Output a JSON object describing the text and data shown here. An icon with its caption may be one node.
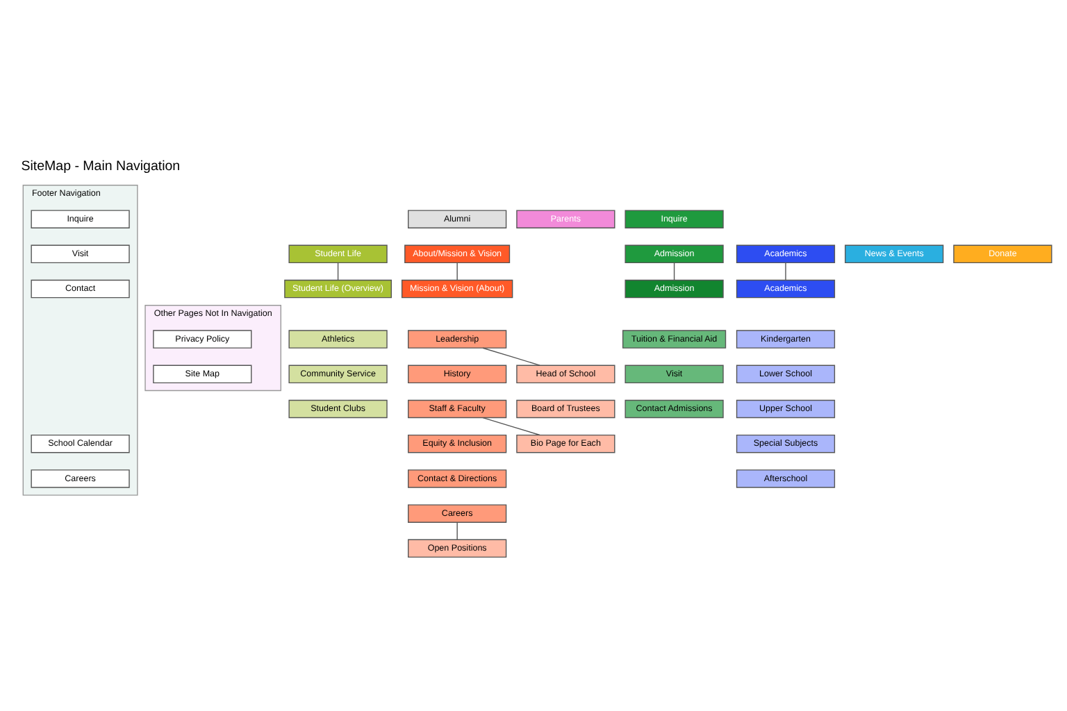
{
  "diagram": {
    "title": "SiteMap - Main Navigation",
    "nodes": [
      {
        "text": [
          "Alumni"
        ]
      },
      {
        "text": [
          "Parents"
        ]
      },
      {
        "text": [
          "Inquire"
        ]
      },
      {
        "text": [
          "About/Mission & Vision"
        ]
      },
      {
        "text": [
          "Admission"
        ]
      },
      {
        "text": [
          "Academics"
        ]
      },
      {
        "text": [
          "Student Life"
        ]
      },
      {
        "text": [
          "News & Events"
        ]
      },
      {
        "text": [
          "Donate"
        ]
      },
      {
        "text": [
          "Mission & Vision (About)"
        ]
      },
      {
        "text": [
          "Leadership"
        ]
      },
      {
        "text": [
          "History"
        ]
      },
      {
        "text": [
          "Staff & Faculty"
        ]
      },
      {
        "text": [
          "Equity & Inclusion"
        ]
      },
      {
        "text": [
          "Contact & Directions"
        ]
      },
      {
        "text": [
          "Careers"
        ]
      },
      {
        "text": [
          "Open Positions"
        ]
      },
      {
        "text": [
          "Head of School"
        ]
      },
      {
        "text": [
          "Board of Trustees"
        ]
      },
      {
        "text": [
          "Bio Page for Each"
        ]
      },
      {
        "text": [
          "Admission"
        ]
      },
      {
        "text": [
          "Tuition & Financial Aid"
        ]
      },
      {
        "text": [
          "Visit"
        ]
      },
      {
        "text": [
          "Contact Admissions"
        ]
      },
      {
        "text": [
          "Academics"
        ]
      },
      {
        "text": [
          "Kindergarten"
        ]
      },
      {
        "text": [
          "Lower School"
        ]
      },
      {
        "text": [
          "Upper School"
        ]
      },
      {
        "text": [
          "Special Subjects"
        ]
      },
      {
        "text": [
          "Afterschool"
        ]
      },
      {
        "text": [
          "Student Life (Overview)"
        ]
      },
      {
        "text": [
          "Athletics"
        ]
      },
      {
        "text": [
          "Community Service"
        ]
      },
      {
        "text": [
          "Student Clubs"
        ]
      },
      {
        "text": [
          "Footer Navigation"
        ]
      },
      {
        "text": [
          "School Calendar"
        ],
        "in": 34
      },
      {
        "text": [
          "Careers"
        ],
        "in": 34
      },
      {
        "text": [
          "Inquire"
        ],
        "in": 34
      },
      {
        "text": [
          "Visit"
        ],
        "in": 34
      },
      {
        "text": [
          "Contact"
        ],
        "in": 34
      },
      {
        "text": [
          "Other Pages Not In Navigation"
        ]
      },
      {
        "text": [
          "Privacy Policy"
        ],
        "in": 40
      },
      {
        "text": [
          "Site Map"
        ],
        "in": 40
      }
    ],
    "edges": [
      {
        "from": 3,
        "to": 9,
        "arrow": "none"
      },
      {
        "from": 4,
        "to": 20,
        "arrow": "none"
      },
      {
        "from": 5,
        "to": 24,
        "arrow": "none"
      },
      {
        "from": 6,
        "to": 30,
        "arrow": "none"
      },
      {
        "from": 10,
        "to": 17,
        "arrow": "none"
      },
      {
        "from": 12,
        "to": 19,
        "arrow": "none"
      },
      {
        "from": 15,
        "to": 16,
        "arrow": "none"
      }
    ]
  }
}
